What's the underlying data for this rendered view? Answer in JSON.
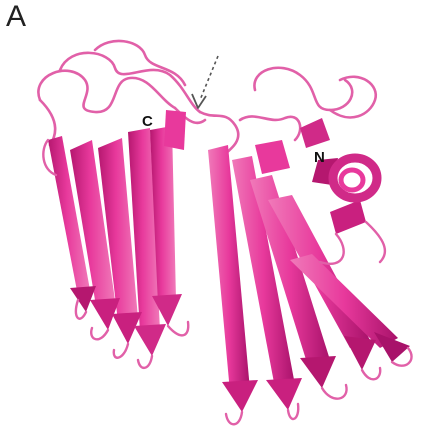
{
  "figure": {
    "panel_letter": "A",
    "labels": {
      "c_terminus": "C",
      "n_terminus": "N"
    },
    "colors": {
      "strand_main": "#e8399c",
      "strand_dark": "#b5176f",
      "strand_light": "#f4a3d0",
      "loop": "#e160a8",
      "arrow": "#555555",
      "background": "#ffffff"
    }
  }
}
